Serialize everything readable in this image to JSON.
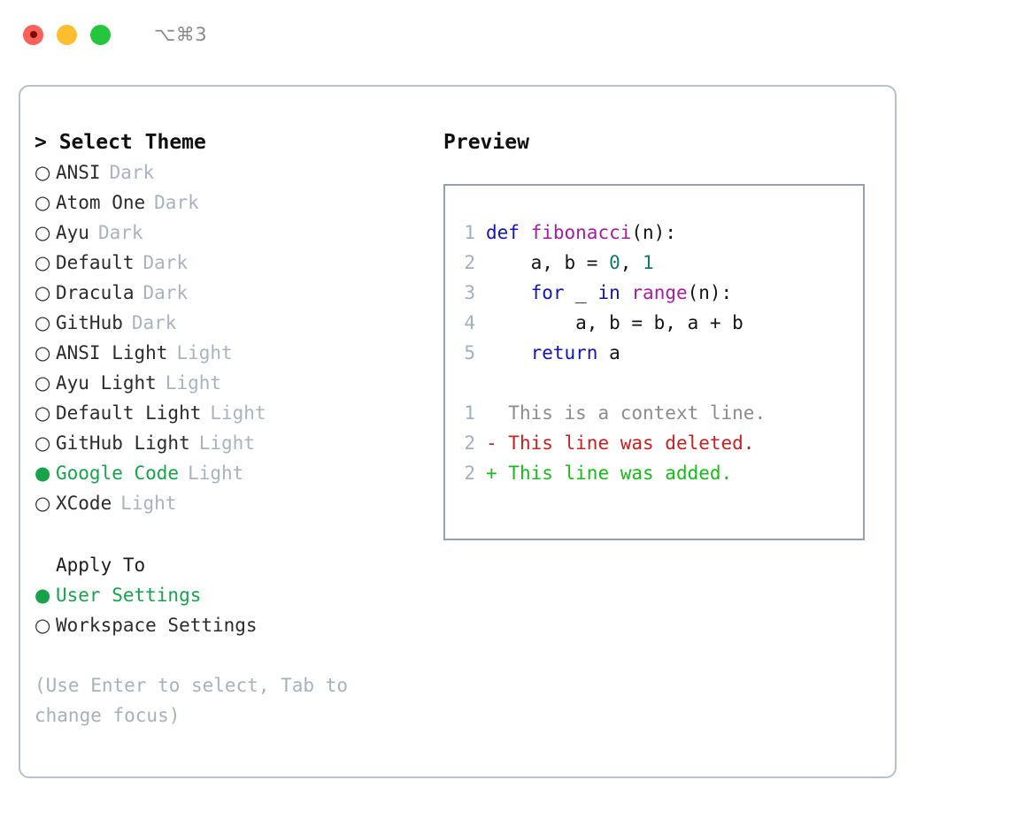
{
  "window": {
    "traffic_lights": [
      "close",
      "minimize",
      "maximize"
    ],
    "shortcut": "⌥⌘3"
  },
  "theme_panel": {
    "title": "> Select Theme",
    "selected_theme": "Google Code",
    "options": [
      {
        "bullet": "○",
        "name": "ANSI",
        "tag": "Dark",
        "selected": false
      },
      {
        "bullet": "○",
        "name": "Atom One",
        "tag": "Dark",
        "selected": false
      },
      {
        "bullet": "○",
        "name": "Ayu",
        "tag": "Dark",
        "selected": false
      },
      {
        "bullet": "○",
        "name": "Default",
        "tag": "Dark",
        "selected": false
      },
      {
        "bullet": "○",
        "name": "Dracula",
        "tag": "Dark",
        "selected": false
      },
      {
        "bullet": "○",
        "name": "GitHub",
        "tag": "Dark",
        "selected": false
      },
      {
        "bullet": "○",
        "name": "ANSI Light",
        "tag": "Light",
        "selected": false
      },
      {
        "bullet": "○",
        "name": "Ayu Light",
        "tag": "Light",
        "selected": false
      },
      {
        "bullet": "○",
        "name": "Default Light",
        "tag": "Light",
        "selected": false
      },
      {
        "bullet": "○",
        "name": "GitHub Light",
        "tag": "Light",
        "selected": false
      },
      {
        "bullet": "●",
        "name": "Google Code",
        "tag": "Light",
        "selected": true
      },
      {
        "bullet": "○",
        "name": "XCode",
        "tag": "Light",
        "selected": false
      }
    ]
  },
  "apply_to": {
    "title": "Apply To",
    "selected": "User Settings",
    "options": [
      {
        "bullet": "●",
        "name": "User Settings",
        "selected": true
      },
      {
        "bullet": "○",
        "name": "Workspace Settings",
        "selected": false
      }
    ]
  },
  "hint": "(Use Enter to select, Tab to change focus)",
  "preview": {
    "title": "Preview",
    "code_lines": [
      {
        "number": "1",
        "tokens": [
          {
            "t": "def",
            "c": "kw"
          },
          {
            "t": " ",
            "c": "pl"
          },
          {
            "t": "fibonacci",
            "c": "fn"
          },
          {
            "t": "(n):",
            "c": "pl"
          }
        ]
      },
      {
        "number": "2",
        "tokens": [
          {
            "t": "    a, b = ",
            "c": "pl"
          },
          {
            "t": "0",
            "c": "num"
          },
          {
            "t": ", ",
            "c": "pl"
          },
          {
            "t": "1",
            "c": "num"
          }
        ]
      },
      {
        "number": "3",
        "tokens": [
          {
            "t": "    ",
            "c": "pl"
          },
          {
            "t": "for",
            "c": "kw"
          },
          {
            "t": " _ ",
            "c": "pl"
          },
          {
            "t": "in",
            "c": "kw"
          },
          {
            "t": " ",
            "c": "pl"
          },
          {
            "t": "range",
            "c": "fn"
          },
          {
            "t": "(n):",
            "c": "pl"
          }
        ]
      },
      {
        "number": "4",
        "tokens": [
          {
            "t": "        a, b = b, a + b",
            "c": "pl"
          }
        ]
      },
      {
        "number": "5",
        "tokens": [
          {
            "t": "    ",
            "c": "pl"
          },
          {
            "t": "return",
            "c": "kw"
          },
          {
            "t": " a",
            "c": "pl"
          }
        ]
      }
    ],
    "diff_lines": [
      {
        "number": "1",
        "marker": "  ",
        "text": "This is a context line.",
        "kind": "d-ctx"
      },
      {
        "number": "2",
        "marker": "- ",
        "text": "This line was deleted.",
        "kind": "d-del"
      },
      {
        "number": "2",
        "marker": "+ ",
        "text": "This line was added.",
        "kind": "d-add"
      }
    ]
  },
  "colors": {
    "accent_green": "#16a34a",
    "diff_added": "#18bb18",
    "diff_deleted": "#cc1f1f",
    "diff_context": "#8c8c8c",
    "keyword": "#1414b4",
    "function": "#aa1ba0",
    "number": "#0f7a72",
    "muted": "#a9b3c0",
    "border": "#b6bfcb"
  }
}
